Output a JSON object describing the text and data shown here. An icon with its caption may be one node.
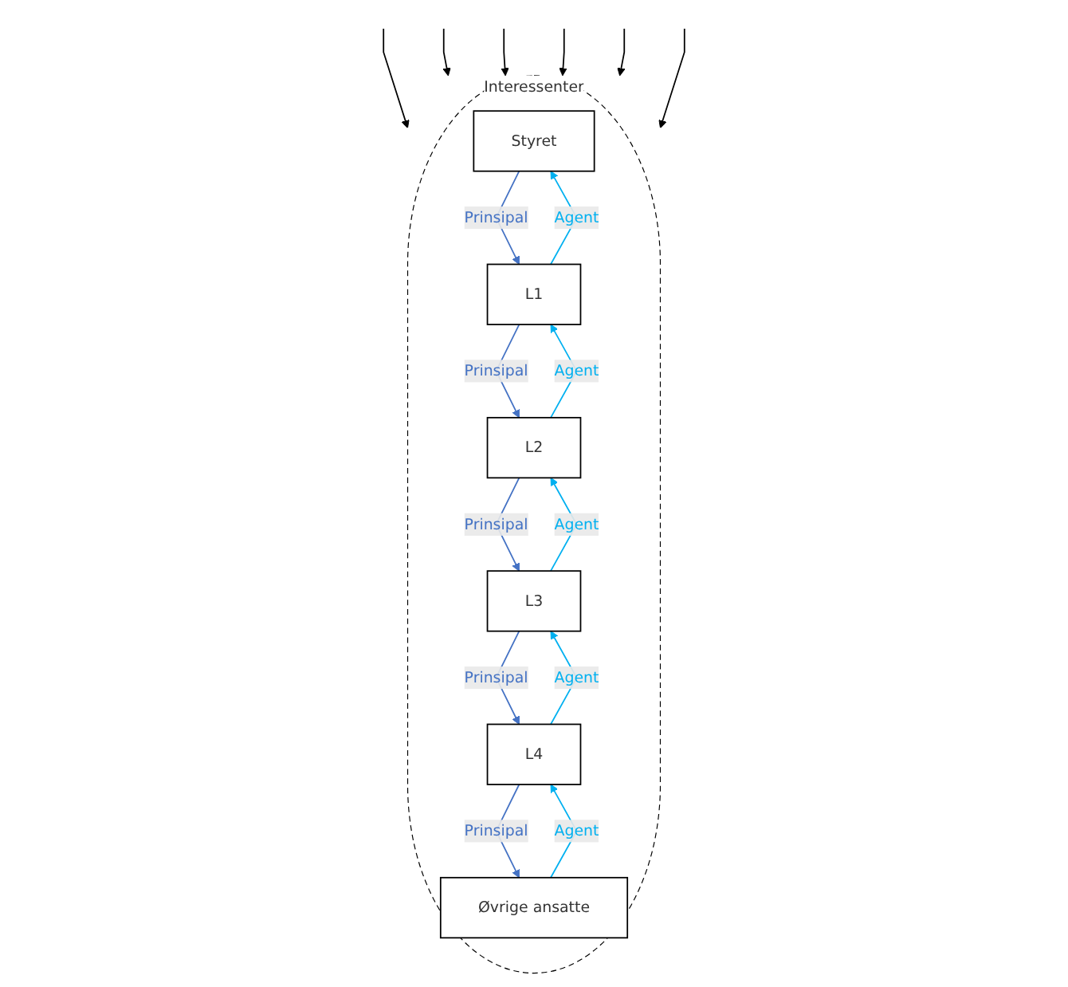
{
  "diagram": {
    "nodes": [
      {
        "text": [
          "Interessenter"
        ]
      },
      {
        "text": [
          "Styret"
        ],
        "in": 0
      },
      {
        "text": [
          "Øvrige ansatte"
        ],
        "in": 0
      },
      {
        "text": [
          "L1"
        ],
        "in": 0
      },
      {
        "text": [
          "L4"
        ],
        "in": 0
      },
      {
        "text": [
          "L2"
        ],
        "in": 0
      },
      {
        "text": [
          "L3"
        ],
        "in": 0
      }
    ],
    "edges": [
      {
        "from": 1,
        "to": 3,
        "arrow": "to",
        "label": "Prinsipal",
        "color": "#4472c4"
      },
      {
        "from": 3,
        "to": 1,
        "arrow": "to",
        "label": "Agent",
        "color": "#00b0f0"
      },
      {
        "from": 2,
        "to": 4,
        "arrow": "to",
        "label": "Agent",
        "color": "#00b0f0"
      },
      {
        "from": 4,
        "to": 2,
        "arrow": "to",
        "label": "Prinsipal",
        "color": "#4472c4"
      },
      {
        "from": 3,
        "to": 5,
        "arrow": "to",
        "label": "Prinsipal",
        "color": "#4472c4"
      },
      {
        "from": 5,
        "to": 3,
        "arrow": "to",
        "label": "Agent",
        "color": "#00b0f0"
      },
      {
        "from": 4,
        "to": 6,
        "arrow": "to",
        "label": "Agent",
        "color": "#00b0f0"
      },
      {
        "from": 6,
        "to": 4,
        "arrow": "to",
        "label": "Prinsipal",
        "color": "#4472c4"
      },
      {
        "from": 6,
        "to": 5,
        "arrow": "to",
        "label": "Agent",
        "color": "#00b0f0"
      },
      {
        "from": 5,
        "to": 6,
        "arrow": "to",
        "label": "Prinsipal",
        "color": "#4472c4"
      },
      {
        "from": null,
        "to": 0,
        "arrow": "to"
      },
      {
        "from": null,
        "to": 0,
        "arrow": "to"
      },
      {
        "from": null,
        "to": 0,
        "arrow": "to"
      },
      {
        "from": null,
        "to": 0,
        "arrow": "to"
      },
      {
        "from": null,
        "to": 0,
        "arrow": "to"
      },
      {
        "from": null,
        "to": 0,
        "arrow": "to"
      }
    ]
  }
}
